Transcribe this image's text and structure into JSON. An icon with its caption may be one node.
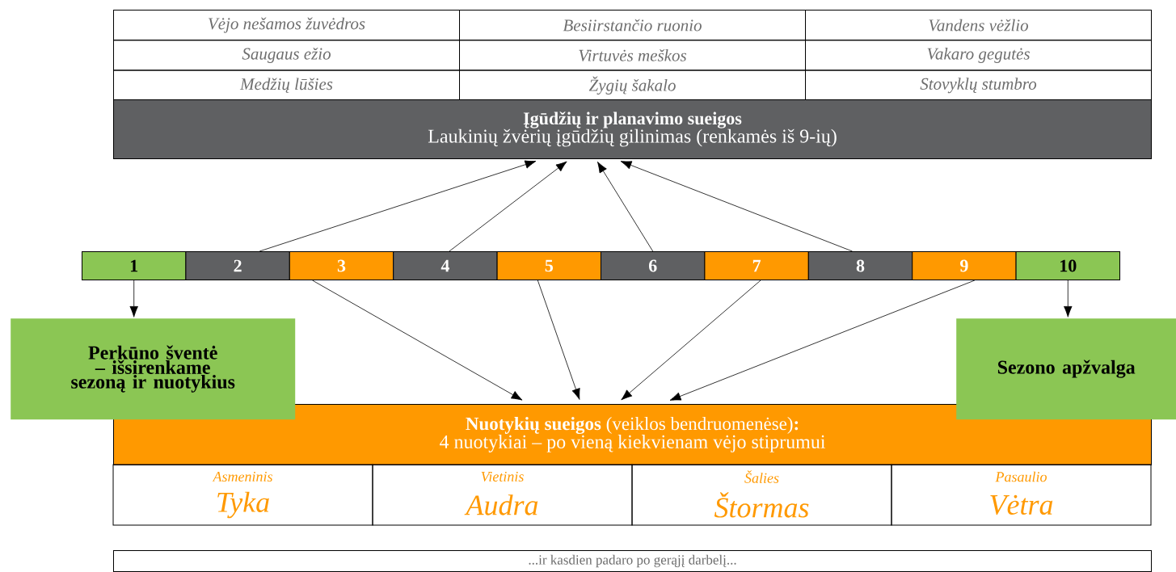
{
  "diagram": {
    "nodes": [
      {
        "text": [
          "Įgūdžių ir planavimo sueigos",
          "Laukinių žvėrių įgūdžių gilinimas (renkamės iš 9-ių)"
        ]
      },
      {
        "text": [
          "1"
        ]
      },
      {
        "text": [
          "2"
        ]
      },
      {
        "text": [
          "3"
        ]
      },
      {
        "text": [
          "4"
        ]
      },
      {
        "text": [
          "5"
        ]
      },
      {
        "text": [
          "6"
        ]
      },
      {
        "text": [
          "7"
        ]
      },
      {
        "text": [
          "8"
        ]
      },
      {
        "text": [
          "9"
        ]
      },
      {
        "text": [
          "10"
        ]
      },
      {
        "text": [
          "Perkūno šventė – išsirenkame sezoną ir nuotykius"
        ]
      },
      {
        "text": [
          "Sezono apžvalga"
        ]
      },
      {
        "text": [
          "**Nuotykių sueigos** (veiklos bendruomenėse)**:**",
          "4 nuotykiai – po vieną kiekvienam vėjo stiprumui"
        ]
      },
      {
        "text": [
          "...ir kasdien padaro po gerąjį darbelį..."
        ]
      }
    ],
    "edges": [
      {
        "from": 2,
        "to": 0,
        "arrow": "to"
      },
      {
        "from": 4,
        "to": 0,
        "arrow": "to"
      },
      {
        "from": 6,
        "to": 0,
        "arrow": "to"
      },
      {
        "from": 8,
        "to": 0,
        "arrow": "to"
      },
      {
        "from": 3,
        "to": 13,
        "arrow": "to"
      },
      {
        "from": 5,
        "to": 13,
        "arrow": "to"
      },
      {
        "from": 7,
        "to": 13,
        "arrow": "to"
      },
      {
        "from": 9,
        "to": 13,
        "arrow": "to"
      },
      {
        "from": 1,
        "to": 11,
        "arrow": "to"
      },
      {
        "from": 10,
        "to": 12,
        "arrow": "to"
      }
    ],
    "labels": [
      "Vėjo nešamos žuvėdros",
      "Besiirstančio ruonio",
      "Vandens vėžlio",
      "Saugaus ežio",
      "Virtuvės meškos",
      "Vakaro gegutės",
      "Medžių lūšies",
      "Žygių šakalo",
      "Stovyklų stumbro",
      "Asmeninis",
      "Vietinis",
      "Šalies",
      "Pasaulio",
      "Tyka",
      "Audra",
      "Štormas",
      "Vėtra"
    ]
  }
}
